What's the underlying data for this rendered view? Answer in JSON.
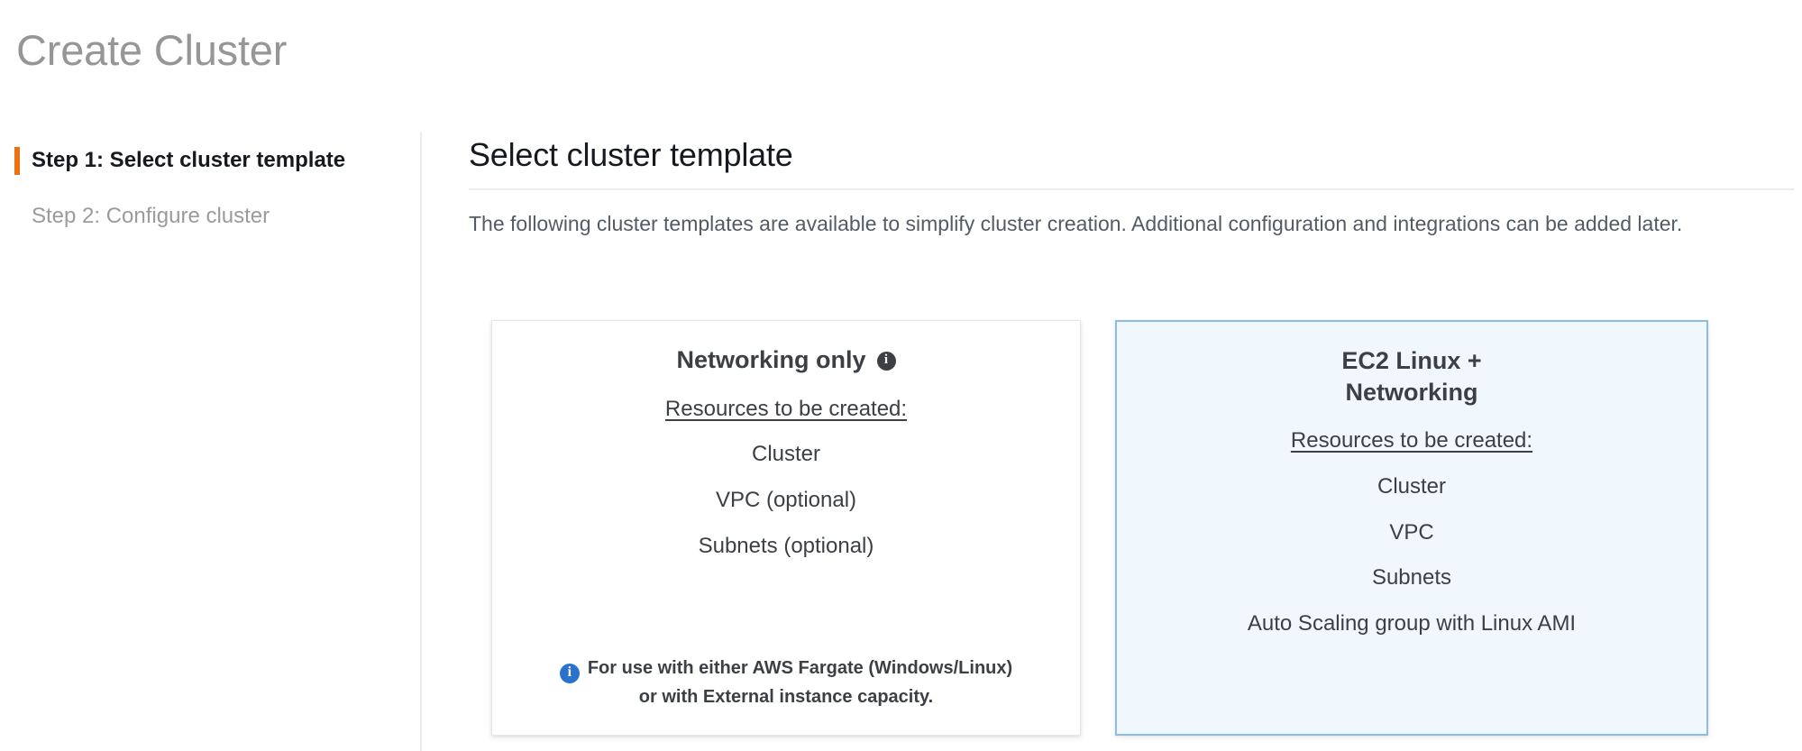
{
  "page": {
    "title": "Create Cluster"
  },
  "wizard": {
    "steps": [
      {
        "label": "Step 1: Select cluster template",
        "active": true
      },
      {
        "label": "Step 2: Configure cluster",
        "active": false
      }
    ]
  },
  "main": {
    "section_title": "Select cluster template",
    "description": "The following cluster templates are available to simplify cluster creation. Additional configuration and integrations can be added later."
  },
  "cards": [
    {
      "id": "networking-only",
      "title": "Networking only",
      "title_line2": "",
      "has_title_info_icon": true,
      "selected": false,
      "resources_label": "Resources to be created:",
      "resources": [
        "Cluster",
        "VPC (optional)",
        "Subnets (optional)"
      ],
      "note_line1": "For use with either AWS Fargate (Windows/Linux)",
      "note_line2": "or with External instance capacity.",
      "note_icon": "info-icon"
    },
    {
      "id": "ec2-linux-networking",
      "title": "EC2 Linux +",
      "title_line2": "Networking",
      "has_title_info_icon": false,
      "selected": true,
      "resources_label": "Resources to be created:",
      "resources": [
        "Cluster",
        "VPC",
        "Subnets",
        "Auto Scaling group with Linux AMI"
      ],
      "note_line1": "",
      "note_line2": "",
      "note_icon": ""
    }
  ],
  "colors": {
    "accent_orange": "#ec7211",
    "selected_card_bg": "#f0f7fd",
    "selected_card_border": "#8fbbdf",
    "info_blue": "#2a72cb",
    "title_gray": "#969696",
    "text_dark": "#3c3f44",
    "rule_gray": "#eaeded"
  }
}
